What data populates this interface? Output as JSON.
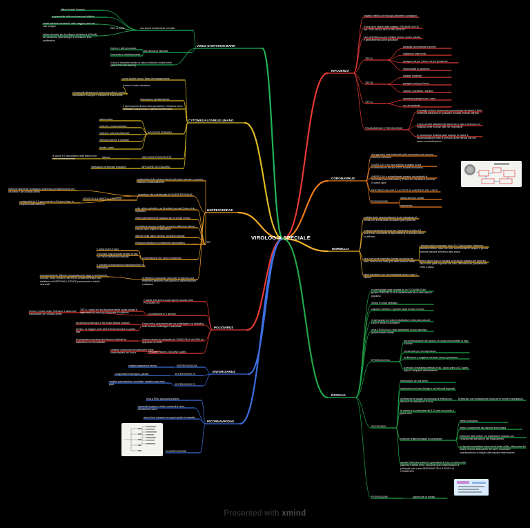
{
  "root": "VIROLOGIA SPECIALE",
  "brand": {
    "prefix": "Presented with",
    "name": "xmind"
  },
  "colors": {
    "influenza": "#e53935",
    "corona": "#ef7d18",
    "morbillo": "#f2b42b",
    "rosolia": "#20a84a",
    "ebv": "#22b45a",
    "cmv": "#e0bd23",
    "herpes": "#f4a62a",
    "polio": "#e53935",
    "entero": "#3d6fe0",
    "picorna": "#3d6fe0",
    "leaf": "#e8e8e8"
  },
  "branches": {
    "ebv": {
      "title": "VIRUS DI EPSTEIN-BARR",
      "a": "EBV vs EBNL",
      "b": "due specie strettamente correlate",
      "l1": "diffuso in tutto il mondo",
      "l2": "responsabile della mononucleosi infettiva",
      "l3": "causa infezioni persistenti, nelle maggior parte dei casi benigne",
      "l4": "fattore di rischio per lo sviluppo del linfoma di Burkitt, del carcinoma naso-faringeo e di sindromi linfo-proliferative",
      "m": "due principi di infezione",
      "m1": "il primo e stile precoclare",
      "m2": "il secondo e subclinicamente",
      "m3": "il virus si trasmette tramite la saliva mediante contatti diretti (MALATTIA DEL BACIO)"
    },
    "cmv": {
      "title": "CYTOMEGALOVIRUS UMANO",
      "a": "corone tipiche hanno l'intrar microleggermente",
      "a1": "l'uomo e l'unico ostruatore",
      "b": "si trasmette attraverso le secrezioni salivali, mentre trasmissioni di sangue e trapianti di tessuti solidi",
      "b1": "trasmissione diretta/indiretta",
      "c": "è più frequente di fase nella popolazione. l'infezione viene contratta in età precoce, in genere asintomatica",
      "p": "INFEZIONE PRIMARIA",
      "p1": "asintomatica",
      "p2": "sindrome mononucleosica",
      "p3": "sindrome post-transfusionale",
      "p4": "infezioni materne e prenatali",
      "p5": "retinite, uveite",
      "pers": "INFEZIONE PERSISTENTE",
      "pers1": "latenza",
      "pers2": "le cause e il meccanismo della latenza non sono ancora accertati",
      "sec": "INFEZIONE SECONDARIA",
      "sec1": "riattivazione di infezioni endogene"
    },
    "herpes": {
      "title": "HERPESVIRIDAE",
      "a": "caratteristica delle infezioni latenti nell'ospite naturale e possono riattivarsi occasionalmente",
      "a1": "appartiene alla sottofamiglia ALFAHERPESVIRINAE",
      "vzv": "VIRUS DELLA VARICELLA-ZOSTER",
      "vzv1": "infezione altamente contagiosa; trasmessa prevalentemente per via aerea e per contatto diretto",
      "vzv2": "contagiosità da 1-2 gg ricorrente a 4-5 giorni dopo la comparsa dell'esantema",
      "b1": "nelle cellule epiteliali e nei fibroblasti cervicali l'intero ciclo replicativo",
      "b2": "infetta particolarmente qualsiasi tipo di cellula umana",
      "b3": "nel sistema nervoso centrale, neuroni in differente latente che può dare origine a riattivazioni",
      "b4": "diffonde nella saliva, lacrima, secrezioni genitali",
      "b5": "l'infezione primaria è normalmente asintomatica",
      "hsv": "HSV",
      "c1": "è primo hs 8 e 9 anni",
      "c2": "il secondo nella seconda decade di vita; con l'inizio dell'attività sessuale",
      "c3": "è possibile la trasmissione transplacentare ed aneonatale",
      "c": "si trasmissione due picchi d'incidenza",
      "d": "la diffusione localizzata nella sede di ingresso può estendersi attraverso meccanismi di disseminazione a distanza",
      "d1": "successivamente diffonde retrogradamente lungo le terminazioni nervose, verso i GANGLI NERVOSI CRANIOSPINALI dove stabilisce un'INFEZIONE LATENTE permanente in cellule neuronali"
    },
    "polio": {
      "title": "POLIOVIRUS",
      "a": "è stabile 100 anni fa quale agente causale della POLIOMIELITE",
      "b": "si suddividono in 3 sierotipi",
      "b1": "TIPO 1: quello che più frequentemente causa paralisi e rappresenta la causa più frequente di epidemie",
      "b2": "l'uomo è l'unico ospite: l'infezione è altamente trasmissibile per contatto diretto",
      "c": "il virus entra, assumendo per via orofaringale e si moltiplica nelle mucose orofaringee e intestinale",
      "c1": "dal faringe/orofaringea e nei tessuti linfatici tonsillari",
      "c2": "sempre, la maggior parte delle infezioni termina in questa fase",
      "d": "il primo vaccino fu sviluppato da JONAS SALK nel 1954 ed approvato nel 1962",
      "d1": "si componeva una dose di poliovirus inattivati da trattamento con formaldeide",
      "e": "il secondo vaccino, SACBINE SABIN",
      "e1": "contiene i virus polio vivi attenuati e viene somministrato per bocca"
    },
    "entero": {
      "title": "ENTEROVIRUS",
      "a": "ENTEROVIRUS 68",
      "a1": "malattia respiratoria severa",
      "b": "ENTEROVIRUS 70",
      "b1": "congiuntivite emorragica, paralisi",
      "c": "ENTEROVIRUS 71",
      "c1": "malattia poliomimetica, encefalite, malattie mani-mani-piedi"
    },
    "picorna": {
      "title": "PICORNAVIRIDAE",
      "a": "virus a RNA, piccolo/da picolino",
      "b": "sprovvisti di peplos e fattori resistenti a etere, cloroformio e alcol",
      "c": "alcuni virus mancano un ampio spettro di malattie",
      "d": "CLASSIFICAZIONE"
    },
    "influenza": {
      "title": "INFLUENZA",
      "a": "malattia infettiva ad eziologia altamente contagiosa",
      "b": "il virus deve essere della malattia: EPIDEMIE nel XIX sec. \"INFLUENZA DELLE INFLUENTIE\"",
      "c": "virus dell'influenza può infettare diverse specie animali, e generalmente poche specifiche",
      "ta": "TIPO A",
      "ta1": "patologie da moderate a severe",
      "ta2": "colpiscono tutte le età",
      "ta3": "patogeno sia per l'uomo che per gli animali",
      "ta4": "responsabile di pandemie",
      "tb": "TIPO B",
      "tb1": "malattie moderate",
      "tb2": "patogeno solo per l'uomo",
      "tb3": "colpisce soprattutto i bambini",
      "tc": "TIPO C",
      "tc1": "raramente patogeno per l'uomo",
      "tc2": "non da epidemie",
      "tr": "TRASMISSIONE E PREVENZIONE",
      "tr1": "il contagio avviene da persona a persona per via aerea: il virus si diffonde attraverso le goccioline di saliva emesse nell'aria",
      "tr2": "il virus penetra abitualmente attraverso il naso e la bocca e si moltiplica nelle mucose delle vie respiratorie",
      "tr3": "le vaccinazioni antinfluenzale annuale di routine è raccomandata per tutte le persone di età ritenuta che non hanno controindicazioni"
    },
    "corona": {
      "title": "CORONAVIRUS",
      "a": "dal oggi sono stati individuati sette coronavirus che causano infezione nell'uomo",
      "b": "il SARS-CoV è un virus emerso a seguito di una ricombinazione dei due SARS isolanti coronavirus",
      "c": "il MERS-CoV è probabilmente passato dai pipistrelli ai dromedari (cammelli arabici) 30 anni fa e da allora è presente in questi ospiti",
      "d": "RIPETIBILE MALAGE E LA PORTE DI INGRESSO DEL VIRUS",
      "p": "PREVENZIONE",
      "p1": "distanziamento sociale",
      "p2": "mascherina"
    },
    "morbillo": {
      "title": "MORBILLO",
      "a": "malattia virale esantematica tra le più contagiose al mondo con il potenziale di causare gravi epidemie",
      "b": "è causa importante di morte tra i bambini al di sotto di 5 anni di età, nonostante la disponibilità di un vaccino sicuro ed efficace",
      "c": "virus che viene trasmesso tramite goccioline del naso, della bocca, della gola delle persone infette",
      "c1": "i sintomi iniziali compaiono dopo 10-12 giorni dopo l'infezione; includono febbre, naso che cola, occhi iniettati di sangue e piccole macchie bianche all'interno della bocca",
      "c2": "diversi giorni dopo si sviluppa un'eruzione cutanea che inizia sul viso e sulla parte superiore del collo, diffondendosi gradualmente verso il basso",
      "d": "viene trasmesso con via respiratoria prima e dopo i sintomi"
    },
    "rosolia": {
      "title": "ROSOLIA",
      "a": "è una malattia virale causata da un TOGAVIRUS del genere RUBIVIRUS ed è caratterizzata da un rash maculo-papuloso",
      "b": "l'uomo è l'unico serbatoio",
      "c": "colpisce i bambini e i giovani adulti di tutto il mondo",
      "d": "il rash appare sul volto di distribuirsi e nella parte alta del corpo e tende a scomparire",
      "e": "virus a RNA di cui è stato identificato un solo sierotipo geneticamente stabile",
      "ep": "EPIDEMIOLOGIA",
      "ep1": "fino all'introduzione del vaccino, la rosolia era presente in tutto il mondo",
      "ep2": "si trasmette per via respiratoria",
      "ep3": "la diffusione è maggiore nel tardo inverno primavera",
      "ep4": "il periodo di massima infettività è da 7 giorni prima a 5-7 giorni dopo la comparsa dell'esantema",
      "pa": "PATOGENESI",
      "pa1": "trasmissione per via aerea",
      "pa2": "replicazione nel naso-faringe e nei linfonodi regionali",
      "pa3": "all'infezione fa seguito la comparsa di eritema con linfonodi e/o alterazione di virus",
      "pa4": "le infezioni con conseguenze molto per le donne in gravidanza",
      "pa5": "le viremia e in particolare nel 8-10 anni con prurito e grave-osso",
      "sm": "sindrome fetale/neonatale di consegnare",
      "sm1": "effetto teratogeno",
      "sm2": "danno conseguente alla risposta immunitaria",
      "sm3": "l'infezione delle cellule e la replicazione cellulare con conseguente alterazione dell'organogenesi",
      "sm4": "la risposta immunitaria induce la lisi delle cellule, distruzione dei tessuti, lesione della parete dei vasi e successive vivacisseazione in seguito alla risposta infiammatoria",
      "sm5": "quando l'infezione avviene in gravidanza il virus, in madre nella placenta e infetta il feto, causando gravi malformazioni di principale nota come SINDROME DELLA ROSOLIA CONGENITA",
      "pr": "PREVENZIONE",
      "pr1": "vaccino per la rosolia"
    }
  }
}
